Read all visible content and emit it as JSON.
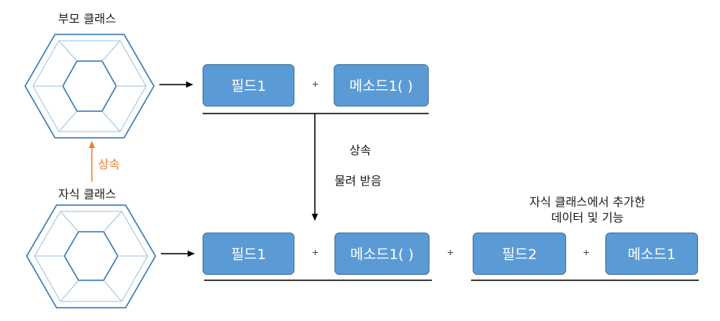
{
  "parent_class": {
    "label": "부모 클래스",
    "field": "필드1",
    "method": "메소드1( )",
    "plus": "+"
  },
  "child_class": {
    "label": "자식 클래스",
    "field": "필드1",
    "method": "메소드1( )",
    "plus": "+",
    "plus_between_groups": "+",
    "added_caption_line1": "자식 클래스에서 추가한",
    "added_caption_line2": "데이터 및 기능",
    "added_field": "필드2",
    "added_method": "메소드1",
    "added_plus": "+"
  },
  "inheritance": {
    "up_label": "상속",
    "down_label_line1": "상속",
    "down_label_line2": "물려 받음"
  },
  "colors": {
    "box_fill": "#5B9BD5",
    "box_border": "#41719C",
    "accent": "#ED7D31",
    "hex_stroke": "#2E75B6",
    "hex_inner_stroke": "#9DC3E6",
    "line": "#000000"
  }
}
